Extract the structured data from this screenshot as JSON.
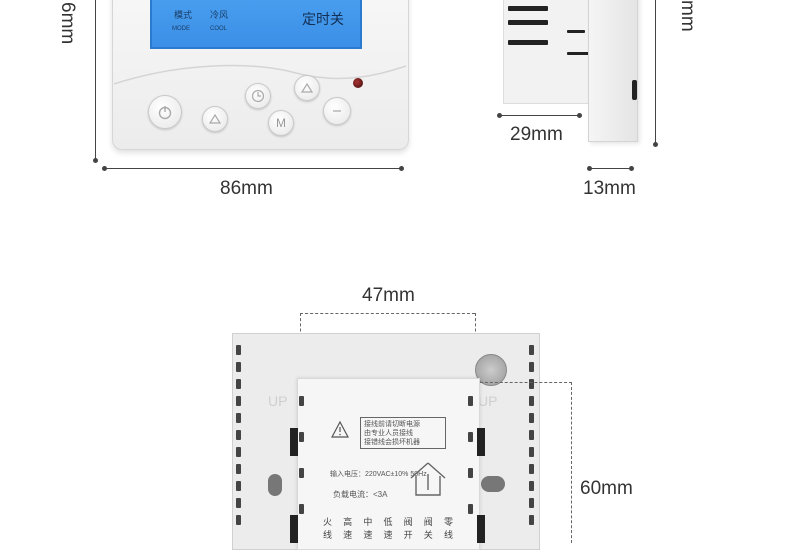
{
  "front_view": {
    "lcd": {
      "mode_cn": "模式",
      "mode_en": "MODE",
      "wind_cn": "冷风",
      "wind_en": "COOL",
      "timer_off": "定时关"
    },
    "buttons": [
      "power",
      "up",
      "clock",
      "up2",
      "mode",
      "down"
    ],
    "mode_button_label": "M",
    "width_label": "86mm",
    "height_label_fragment": "6mm"
  },
  "side_view": {
    "depth_label": "29mm",
    "plate_label": "13mm",
    "height_label_fragment": "mm"
  },
  "back_view": {
    "module_width_label": "47mm",
    "module_height_label": "60mm",
    "up_label": "UP",
    "warning_lines": [
      "接线前请切断电源",
      "由专业人员接线",
      "接错线会损坏机器"
    ],
    "voltage_label": "输入电压：220VAC±10% 50Hz",
    "current_label": "负载电流：<3A",
    "terminal_labels": [
      "火",
      "高",
      "中",
      "低",
      "阀",
      "阀",
      "零"
    ],
    "terminal_labels2": [
      "线",
      "速",
      "速",
      "速",
      "开",
      "关",
      "线"
    ]
  }
}
